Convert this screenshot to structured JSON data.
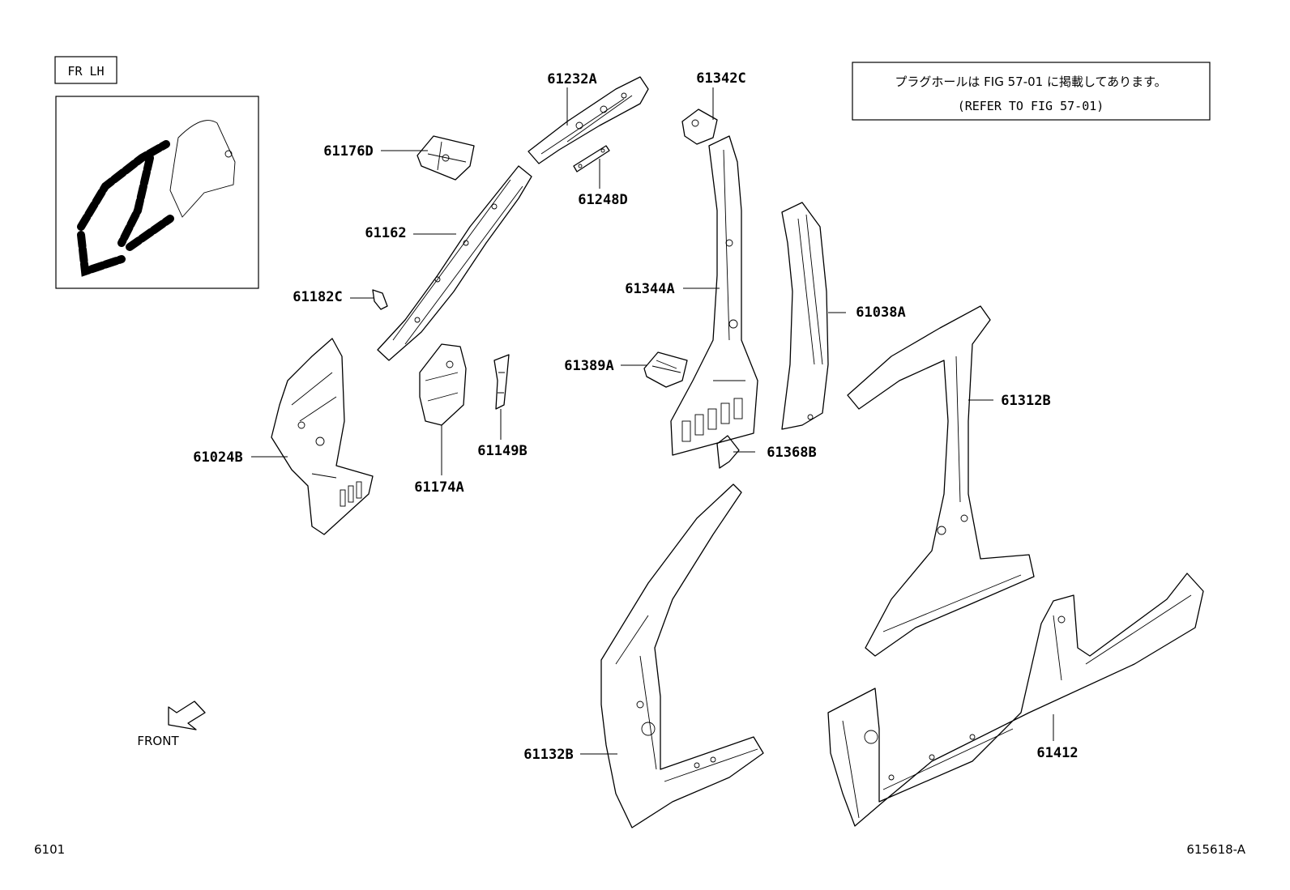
{
  "header": {
    "view_label": "FR LH"
  },
  "note": {
    "line1": "プラグホールは FIG 57-01 に掲載してあります。",
    "line2": "(REFER TO FIG 57-01)"
  },
  "parts": [
    {
      "id": "p61232A",
      "label": "61232A"
    },
    {
      "id": "p61342C",
      "label": "61342C"
    },
    {
      "id": "p61176D",
      "label": "61176D"
    },
    {
      "id": "p61248D",
      "label": "61248D"
    },
    {
      "id": "p61162",
      "label": "61162"
    },
    {
      "id": "p61344A",
      "label": "61344A"
    },
    {
      "id": "p61182C",
      "label": "61182C"
    },
    {
      "id": "p61038A",
      "label": "61038A"
    },
    {
      "id": "p61389A",
      "label": "61389A"
    },
    {
      "id": "p61312B",
      "label": "61312B"
    },
    {
      "id": "p61024B",
      "label": "61024B"
    },
    {
      "id": "p61149B",
      "label": "61149B"
    },
    {
      "id": "p61368B",
      "label": "61368B"
    },
    {
      "id": "p61174A",
      "label": "61174A"
    },
    {
      "id": "p61132B",
      "label": "61132B"
    },
    {
      "id": "p61412",
      "label": "61412"
    }
  ],
  "front_indicator": {
    "label": "FRONT",
    "icon": "front-arrow-icon"
  },
  "footer": {
    "left_code": "6101",
    "right_code": "615618-A"
  }
}
